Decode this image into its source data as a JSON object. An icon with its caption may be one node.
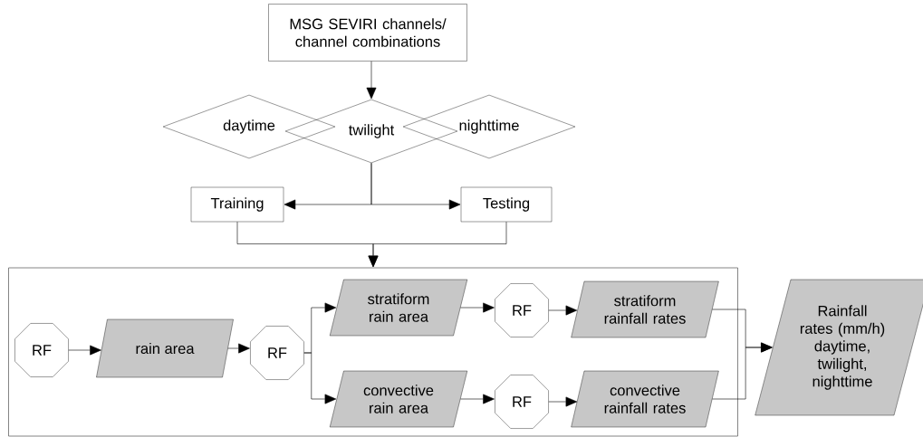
{
  "diagram": {
    "nodes": [
      {
        "text": [
          "MSG SEVIRI channels/ channel combinations"
        ]
      },
      {
        "text": [
          "daytime"
        ]
      },
      {
        "text": [
          "twilight"
        ]
      },
      {
        "text": [
          "nighttime"
        ]
      },
      {
        "text": [
          "Training"
        ]
      },
      {
        "text": [
          "Testing"
        ]
      },
      {
        "text": [],
        "shape": "box"
      },
      {
        "text": [
          "RF"
        ],
        "in": 6
      },
      {
        "text": [
          "rain area"
        ],
        "in": 6
      },
      {
        "text": [
          "RF"
        ],
        "in": 6
      },
      {
        "text": [
          "stratiform rain area"
        ],
        "in": 6
      },
      {
        "text": [
          "RF"
        ],
        "in": 6
      },
      {
        "text": [
          "stratiform rainfall rates"
        ],
        "in": 6
      },
      {
        "text": [
          "convective rain area"
        ],
        "in": 6
      },
      {
        "text": [
          "RF"
        ],
        "in": 6
      },
      {
        "text": [
          "convective rainfall rates"
        ],
        "in": 6
      },
      {
        "text": [
          "Rainfall rates (mm/h) daytime, twilight, nighttime"
        ]
      }
    ],
    "edges": [
      {
        "from": 0,
        "to": 2,
        "arrow": "to"
      },
      {
        "from": 2,
        "to": 4,
        "arrow": "to"
      },
      {
        "from": 2,
        "to": 5,
        "arrow": "to"
      },
      {
        "from": 4,
        "to": 6,
        "arrow": "to"
      },
      {
        "from": 5,
        "to": 6,
        "arrow": "to"
      },
      {
        "from": 7,
        "to": 8,
        "arrow": "to"
      },
      {
        "from": 8,
        "to": 9,
        "arrow": "to"
      },
      {
        "from": 9,
        "to": 10,
        "arrow": "to"
      },
      {
        "from": 9,
        "to": 13,
        "arrow": "to"
      },
      {
        "from": 10,
        "to": 11,
        "arrow": "to"
      },
      {
        "from": 11,
        "to": 12,
        "arrow": "to"
      },
      {
        "from": 13,
        "to": 14,
        "arrow": "to"
      },
      {
        "from": 14,
        "to": 15,
        "arrow": "to"
      },
      {
        "from": 12,
        "to": 16,
        "arrow": "to"
      },
      {
        "from": 15,
        "to": 16,
        "arrow": "to"
      }
    ]
  }
}
